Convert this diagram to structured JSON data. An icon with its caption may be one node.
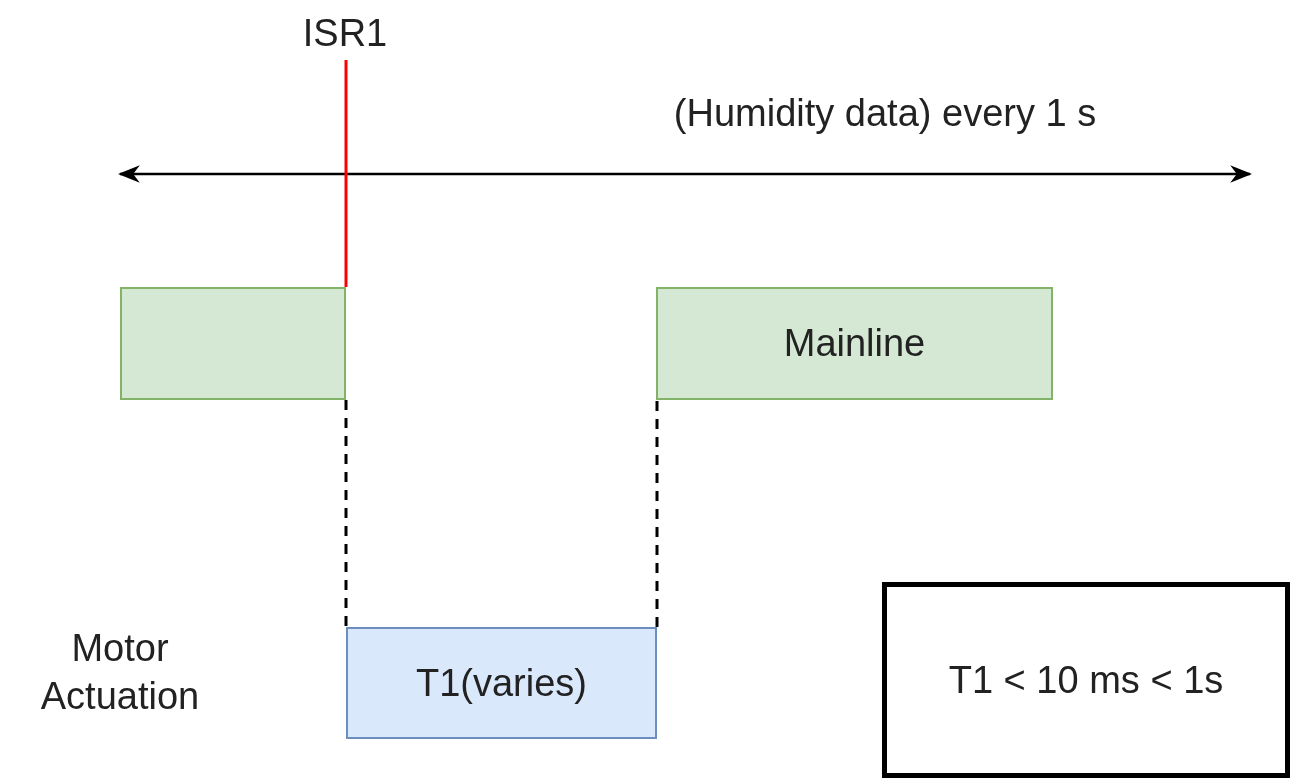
{
  "diagram": {
    "nodes": [
      {
        "text": [
          "ISR1"
        ]
      },
      {
        "text": [],
        "shape": "box"
      },
      {
        "text": [
          "Mainline"
        ]
      },
      {
        "text": [
          "T1(varies)"
        ]
      },
      {
        "text": [
          "T1 < 10 ms < 1s"
        ]
      }
    ],
    "edges": [
      {
        "from": 0,
        "to": 1,
        "arrow": "none",
        "color": "#ff0000"
      },
      {
        "from": 1,
        "to": 3,
        "arrow": "none",
        "style": "dashed"
      },
      {
        "from": 3,
        "to": 2,
        "arrow": "none",
        "style": "dashed"
      }
    ],
    "labels": [
      "(Humidity data) every 1 s",
      "Motor Actuation"
    ]
  }
}
